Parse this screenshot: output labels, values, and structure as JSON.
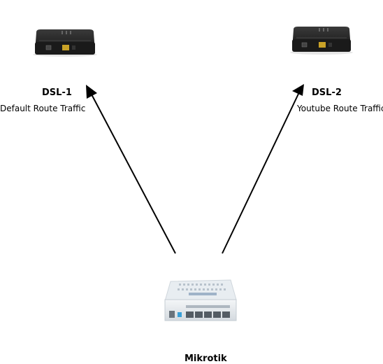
{
  "nodes": {
    "dsl1": {
      "name": "DSL-1",
      "description": "Default Route Traffic"
    },
    "dsl2": {
      "name": "DSL-2",
      "description": "Youtube Route Traffic"
    },
    "router": {
      "name": "Mikrotik"
    }
  },
  "edges": [
    {
      "from": "Mikrotik",
      "to": "DSL-1"
    },
    {
      "from": "Mikrotik",
      "to": "DSL-2"
    }
  ]
}
